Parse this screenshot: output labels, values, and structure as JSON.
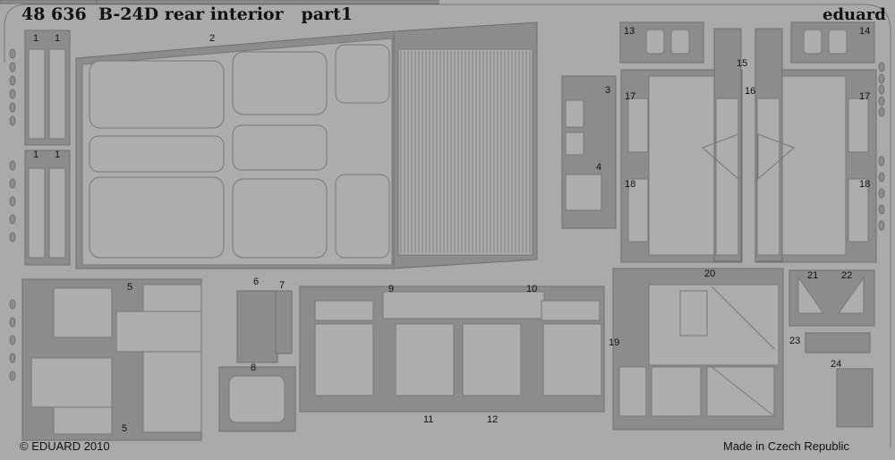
{
  "header": {
    "title": "48 636  B-24D rear interior   part1",
    "brand": "eduard"
  },
  "footer": {
    "copyright": "© EDUARD 2010",
    "origin": "Made in Czech Republic"
  },
  "part_labels": [
    "1",
    "1",
    "1",
    "1",
    "2",
    "3",
    "4",
    "5",
    "5",
    "6",
    "7",
    "8",
    "9",
    "10",
    "11",
    "12",
    "13",
    "14",
    "15",
    "16",
    "17",
    "17",
    "18",
    "18",
    "19",
    "20",
    "21",
    "22",
    "23",
    "24"
  ],
  "colors": {
    "fret": "#aaaaaa",
    "part_dark": "#8c8c8c",
    "text": "#111111"
  }
}
